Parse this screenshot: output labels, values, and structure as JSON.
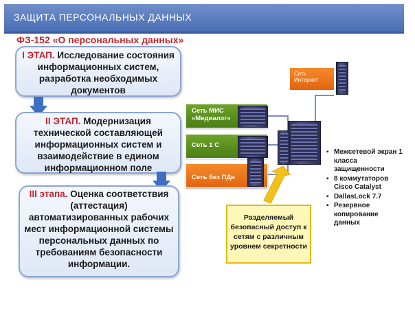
{
  "header": {
    "title": "ЗАЩИТА ПЕРСОНАЛЬНЫХ ДАННЫХ",
    "law": "ФЗ-152 «О персональных данных»"
  },
  "stages": [
    {
      "label": "I ЭТАП.",
      "text": "Исследование состояния информационных систем, разработка необходимых документов"
    },
    {
      "label": "II ЭТАП.",
      "text": "Модернизация технической составляющей информационных систем и взаимодействие в едином информационном поле"
    },
    {
      "label": "III этапа.",
      "text": "Оценка соответствия (аттестация) автоматизированных рабочих мест информационной системы персональных данных по требованиям безопасности информации."
    }
  ],
  "networks": {
    "internet": "Сеть Интернет",
    "mis": "Сеть МИС «Медиалог»",
    "net1c": "Сеть 1 С",
    "no_pd": "Сеть без ПДн"
  },
  "callout": "Разделяемый безопасный доступ к сетям с различным уровнем секретности",
  "features": [
    "Межсетевой экран 1 класса защищенности",
    "8 коммутаторов Cisco Catalyst",
    "DallasLock 7.7",
    "Резервное копирование данных"
  ],
  "colors": {
    "title_bar": "#4a6fb5",
    "accent_red": "#c0262d",
    "network_green": "#5a8f1e",
    "network_orange": "#ee7a1c",
    "callout_fill": "#fff7b8"
  }
}
